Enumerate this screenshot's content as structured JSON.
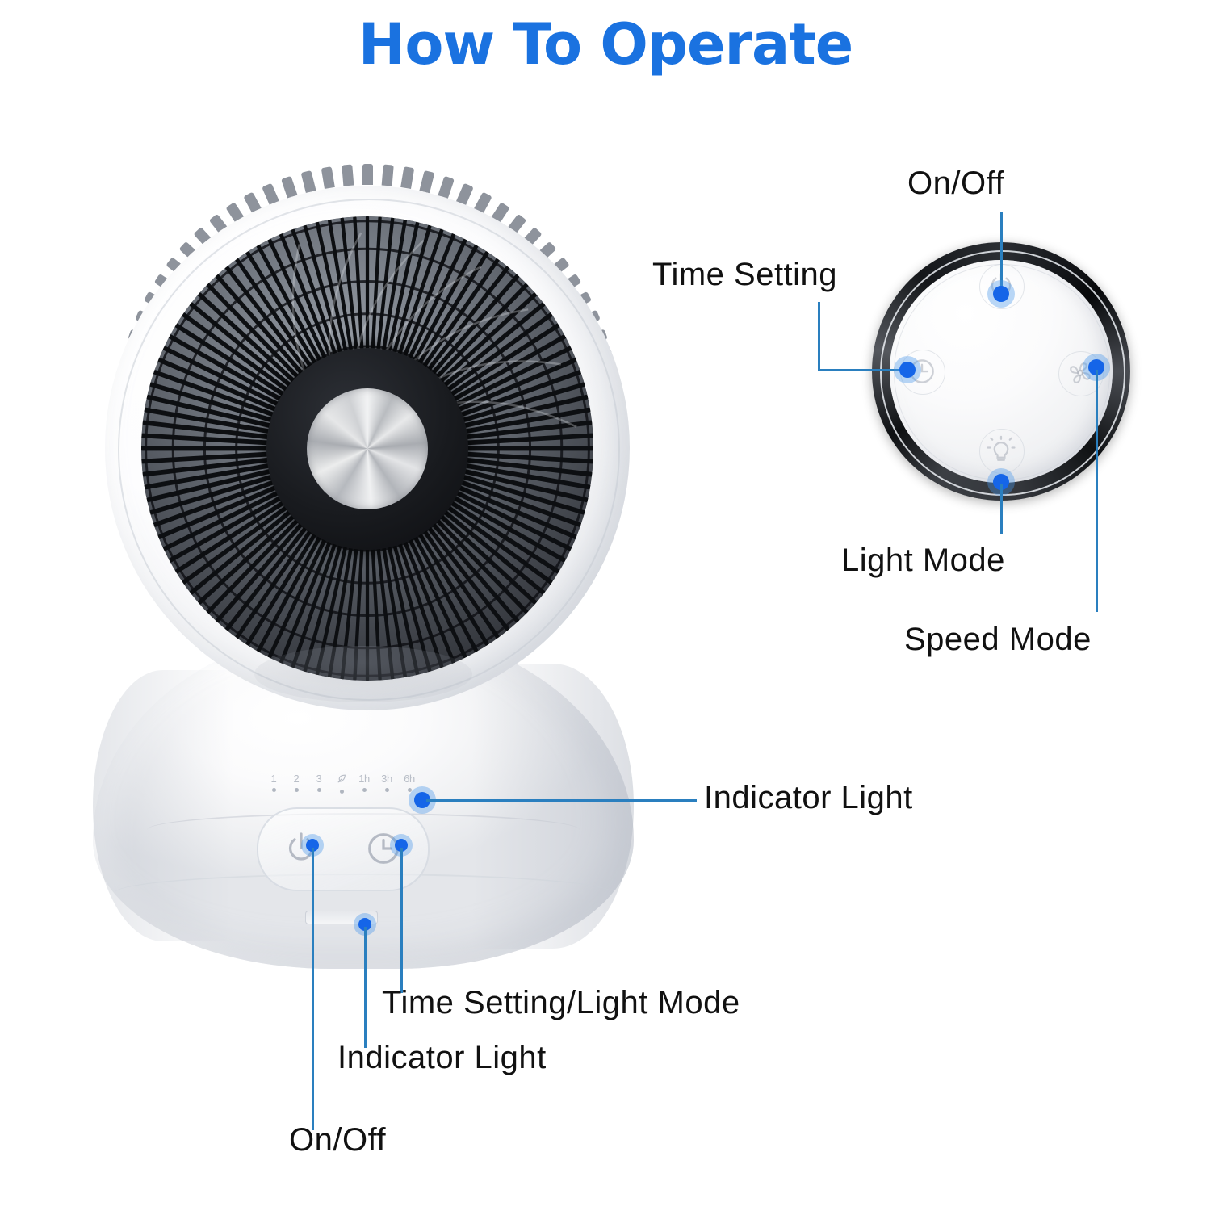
{
  "title": "How To Operate",
  "theme": {
    "title_color": "#1a72e0",
    "dot_color": "#1565e8",
    "dot_halo_color": "#4696eb",
    "leader_color": "#2a7fbf",
    "label_color": "#111111"
  },
  "remote": {
    "name": "round-remote-control",
    "callouts": [
      {
        "id": "remote-on-off",
        "label": "On/Off",
        "icon": "power-icon"
      },
      {
        "id": "remote-time-setting",
        "label": "Time Setting",
        "icon": "clock-icon"
      },
      {
        "id": "remote-light-mode",
        "label": "Light Mode",
        "icon": "bulb-icon"
      },
      {
        "id": "remote-speed-mode",
        "label": "Speed Mode",
        "icon": "fan-icon"
      }
    ]
  },
  "fan": {
    "name": "desk-fan",
    "indicators": [
      {
        "label": "1",
        "icon": ""
      },
      {
        "label": "2",
        "icon": ""
      },
      {
        "label": "3",
        "icon": ""
      },
      {
        "label": "",
        "icon": "natural-wind-icon"
      },
      {
        "label": "1h",
        "icon": ""
      },
      {
        "label": "3h",
        "icon": ""
      },
      {
        "label": "6h",
        "icon": ""
      }
    ],
    "buttons": [
      {
        "id": "fan-power-button",
        "icon": "power-icon"
      },
      {
        "id": "fan-timer-button",
        "icon": "clock-icon"
      }
    ],
    "callouts": [
      {
        "id": "fan-indicator-light-right",
        "label": "Indicator Light"
      },
      {
        "id": "fan-time-setting-light-mode",
        "label": "Time Setting/Light Mode"
      },
      {
        "id": "fan-indicator-light-bottom",
        "label": "Indicator Light"
      },
      {
        "id": "fan-on-off",
        "label": "On/Off"
      }
    ]
  }
}
